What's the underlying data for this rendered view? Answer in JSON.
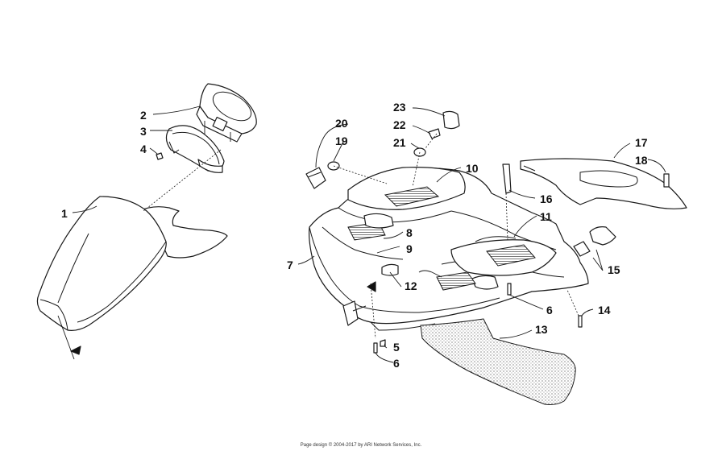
{
  "callouts": {
    "c1": "1",
    "c2": "2",
    "c3": "3",
    "c4": "4",
    "c5": "5",
    "c6a": "6",
    "c6b": "6",
    "c7": "7",
    "c8": "8",
    "c9": "9",
    "c10": "10",
    "c11": "11",
    "c12": "12",
    "c13": "13",
    "c14": "14",
    "c15": "15",
    "c16": "16",
    "c17": "17",
    "c18": "18",
    "c19": "19",
    "c20": "20",
    "c21": "21",
    "c22": "22",
    "c23": "23"
  },
  "footer": "Page design © 2004-2017 by ARI Network Services, Inc.",
  "colors": {
    "line": "#1a1a1a",
    "background": "#ffffff"
  }
}
